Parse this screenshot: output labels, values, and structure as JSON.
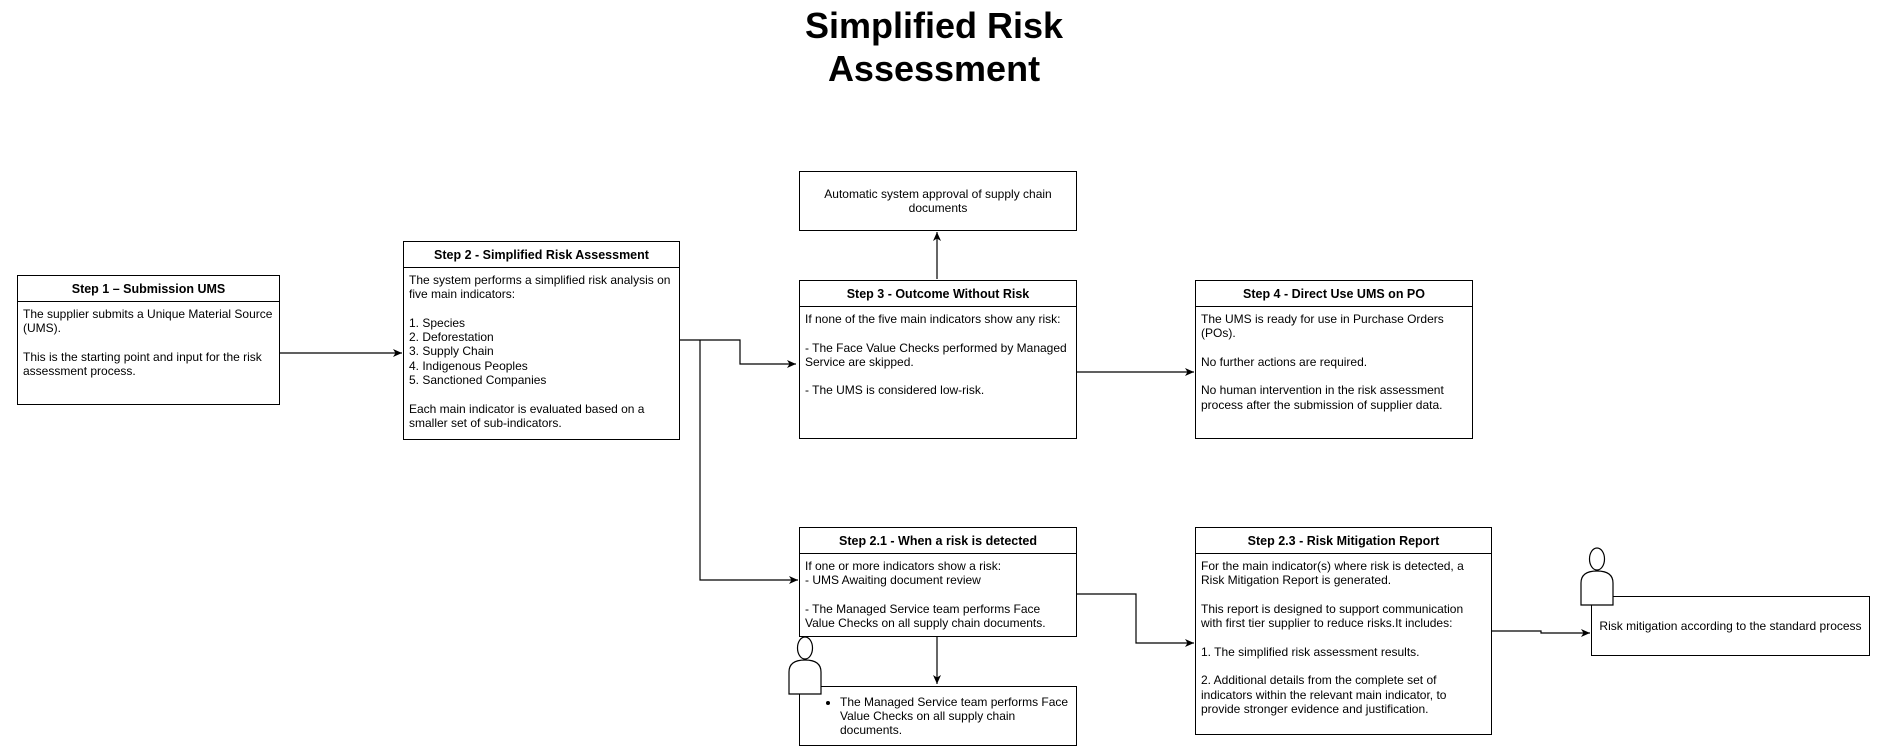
{
  "title": "Simplified Risk Assessment",
  "step1": {
    "header": "Step 1 – Submission UMS",
    "p1": "The supplier submits a Unique Material Source (UMS).",
    "p2": "This is the starting point and input for the risk assessment process."
  },
  "step2": {
    "header": "Step 2 - Simplified Risk Assessment",
    "intro": "The system performs a simplified risk analysis on five main indicators:",
    "indicators": [
      "1. Species",
      "2. Deforestation",
      "3. Supply Chain",
      "4. Indigenous Peoples",
      "5. Sanctioned Companies"
    ],
    "outro": "Each main indicator is evaluated based on a smaller set of sub-indicators."
  },
  "approval": {
    "text": "Automatic system approval of supply chain documents"
  },
  "step3": {
    "header": "Step 3 - Outcome Without Risk",
    "p1": "If none of the five main indicators show any risk:",
    "p2": "- The Face Value Checks performed by Managed Service are skipped.",
    "p3": "- The UMS is considered low-risk."
  },
  "step4": {
    "header": "Step 4 - Direct Use UMS on PO",
    "p1": "The UMS is ready for use in Purchase Orders (POs).",
    "p2": "No further actions are required.",
    "p3": "No human intervention in the risk assessment process after the submission of supplier data."
  },
  "step21": {
    "header": "Step 2.1 - When a risk is detected",
    "p1": "If one or more indicators show a risk:",
    "p2": "- UMS Awaiting document review",
    "p3": "- The Managed Service team performs Face Value Checks on all supply chain documents."
  },
  "fvc": {
    "item": "The Managed Service team performs Face Value Checks on all supply chain documents."
  },
  "step23": {
    "header": "Step 2.3 - Risk Mitigation Report",
    "p1": "For the main indicator(s) where risk is detected, a Risk Mitigation Report is generated.",
    "p2": "This report is designed to support communication with first tier supplier to reduce risks.It includes:",
    "p3": "1. The simplified risk assessment results.",
    "p4": "2. Additional details from the complete set of indicators within the relevant main indicator, to provide stronger evidence and justification."
  },
  "mitigation": {
    "text": "Risk mitigation according to the standard process"
  }
}
